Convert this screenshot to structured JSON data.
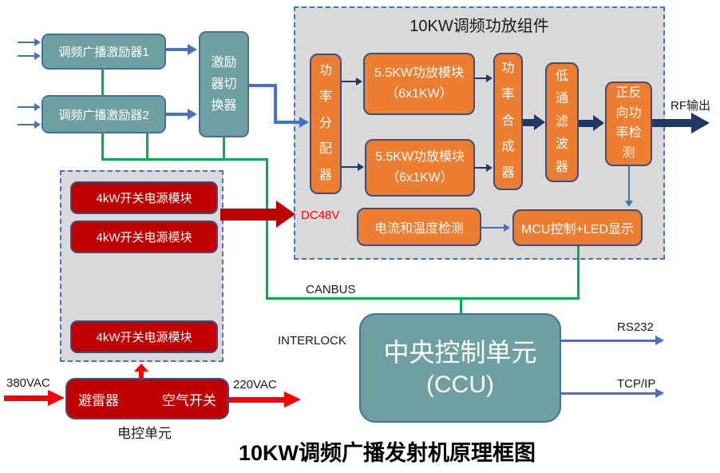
{
  "caption": "10KW调频广播发射机原理框图",
  "exciter_section": {
    "exciter1": "调频广播激励器1",
    "exciter2": "调频广播激励器2",
    "switcher": "激励器切换器"
  },
  "amp_panel": {
    "title": "10KW调频功放组件",
    "divider": "功率分配器",
    "amp1_line1": "5.5KW功放模块",
    "amp1_line2": "（6x1KW）",
    "amp2_line1": "5.5KW功放模块",
    "amp2_line2": "（6x1KW）",
    "combiner": "功率合成器",
    "lpf": "低通滤波器",
    "fwd_rev_detect": "正反向功率检测",
    "current_temp": "电流和温度检测",
    "mcu": "MCU控制+LED显示",
    "rf_out_label": "RF输出",
    "dc48v_label": "DC48V"
  },
  "psu_panel": {
    "psu1": "4kW开关电源模块",
    "psu2": "4kW开关电源模块",
    "psu3": "4kW开关电源模块"
  },
  "power_entry": {
    "input_label": "380VAC",
    "output_label": "220VAC",
    "arrester": "避雷器",
    "air_switch": "空气开关",
    "unit_label": "电控单元"
  },
  "control": {
    "ccu_line1": "中央控制单元",
    "ccu_line2": "(CCU)",
    "canbus": "CANBUS",
    "interlock": "INTERLOCK",
    "rs232": "RS232",
    "tcpip": "TCP/IP"
  },
  "colors": {
    "teal": "#6FA0A1",
    "orange": "#ED7D31",
    "red_box": "#C00000",
    "bright_red": "#FF0000",
    "green_line": "#00B050",
    "blue_line": "#4472C4",
    "navy_arrow": "#1F3864",
    "panel_gray": "#D9D9D9"
  }
}
